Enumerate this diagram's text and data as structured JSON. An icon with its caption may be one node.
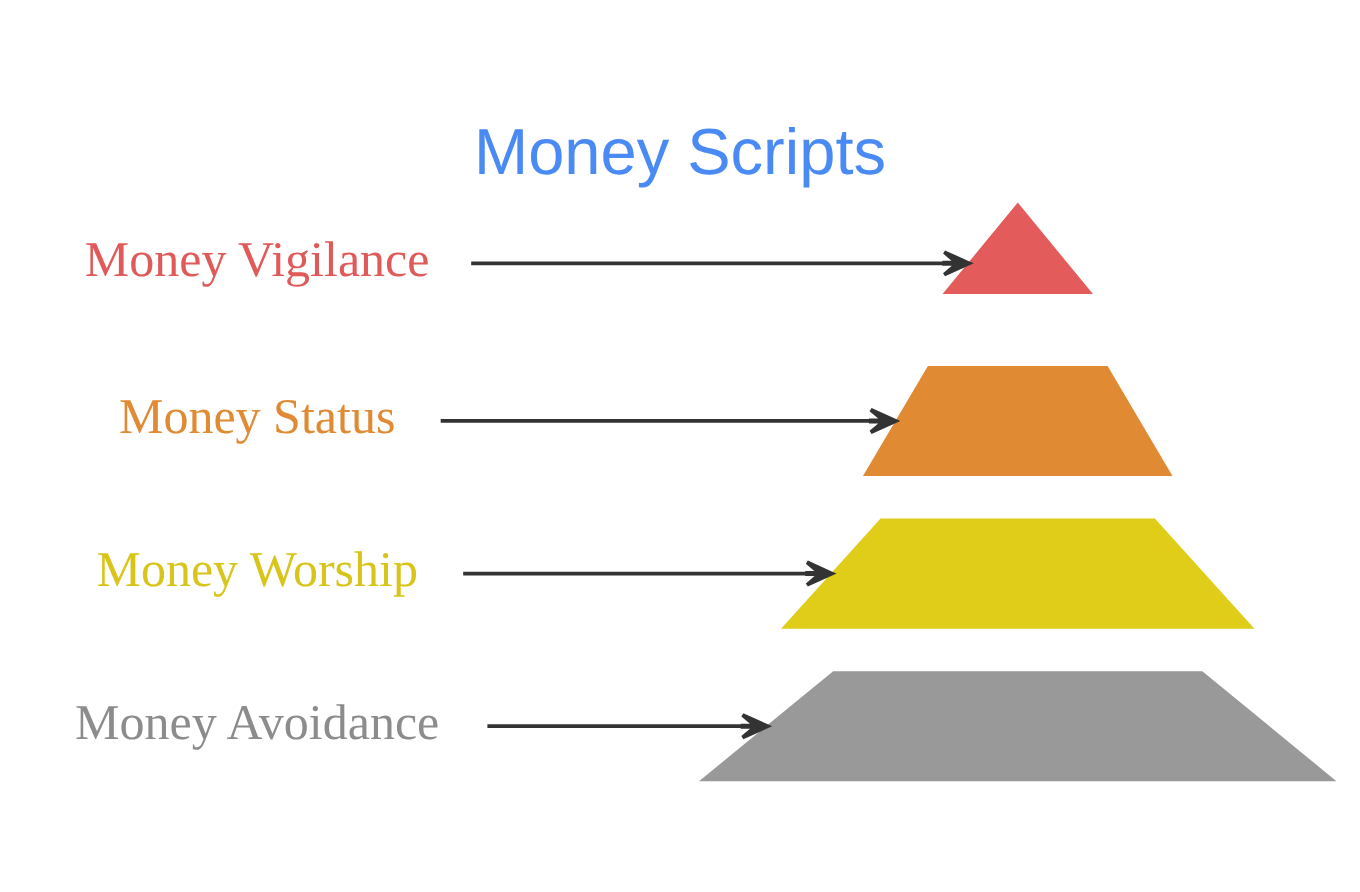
{
  "diagram": {
    "title": "Money Scripts",
    "nodes": [
      {
        "text": [
          "Money Vigilance"
        ]
      },
      {
        "text": [],
        "shape": "triangle"
      },
      {
        "text": [
          "Money Status"
        ]
      },
      {
        "text": [],
        "shape": "trapezium"
      },
      {
        "text": [
          "Money Worship"
        ]
      },
      {
        "text": [],
        "shape": "trapezium"
      },
      {
        "text": [
          "Money Avoidance"
        ]
      },
      {
        "text": [],
        "shape": "trapezium"
      }
    ],
    "edges": [
      {
        "from": 0,
        "to": 1,
        "arrow": "to"
      },
      {
        "from": 2,
        "to": 3,
        "arrow": "to"
      },
      {
        "from": 4,
        "to": 5,
        "arrow": "to"
      },
      {
        "from": 6,
        "to": 7,
        "arrow": "to"
      }
    ]
  }
}
